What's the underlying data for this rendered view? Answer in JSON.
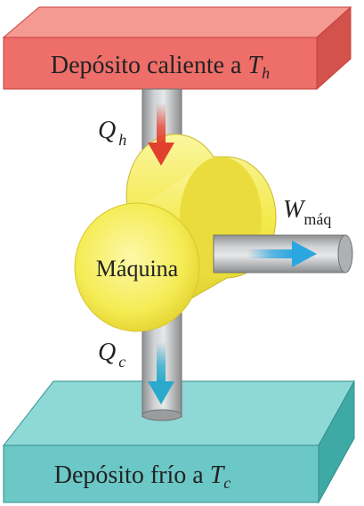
{
  "hot_reservoir": {
    "label_prefix": "Depósito caliente a ",
    "temp_symbol": "T",
    "temp_subscript": "h",
    "color": "#ee6e6a"
  },
  "cold_reservoir": {
    "label_prefix": "Depósito frío a ",
    "temp_symbol": "T",
    "temp_subscript": "c",
    "color": "#6cc8c6"
  },
  "engine": {
    "label": "Máquina",
    "color": "#f4ea4c"
  },
  "heat_in": {
    "symbol": "Q",
    "subscript": "h",
    "arrow_color": "#e2402e"
  },
  "heat_out": {
    "symbol": "Q",
    "subscript": "c",
    "arrow_color": "#2aa9cc"
  },
  "work_out": {
    "symbol": "W",
    "subscript": "máq",
    "arrow_color": "#2ba6e0"
  },
  "pipe_color": "#b4b6b8"
}
